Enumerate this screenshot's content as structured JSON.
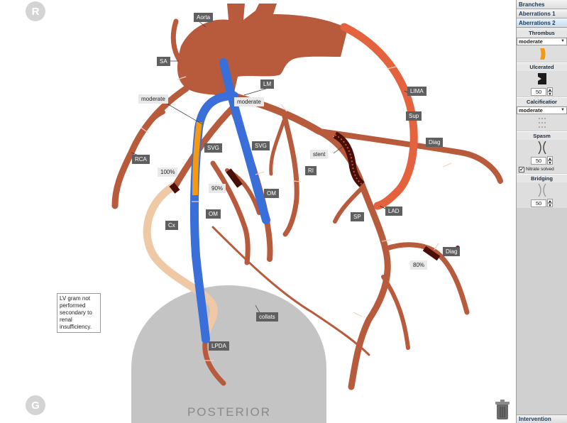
{
  "canvas": {
    "buttons": {
      "rotate": "R",
      "grid": "G"
    },
    "labels": {
      "aorta": "Aorta",
      "sa": "SA",
      "lm": "LM",
      "lima": "LIMA",
      "moderate1": "moderate",
      "moderate2": "moderate",
      "sup": "Sup",
      "diag1": "Diag",
      "svg1": "SVG",
      "svg2": "SVG",
      "rca": "RCA",
      "stent": "stent",
      "ri": "RI",
      "pct100": "100%",
      "pct90": "90%",
      "om1": "OM",
      "om2": "OM",
      "lad": "LAD",
      "sp": "SP",
      "cx": "Cx",
      "diag2": "Diag",
      "pct80": "80%",
      "collats": "collats",
      "lpda": "LPDA"
    },
    "note": "LV gram not performed secondary to renal insufficiency.",
    "heart_view": "POSTERIOR",
    "trash_icon": "trash-icon"
  },
  "panel": {
    "headers": [
      "Branches",
      "Aberrations 1",
      "Aberrations 2"
    ],
    "active_header": "Aberrations 2",
    "thrombus": {
      "title": "Thrombus",
      "value": "moderate"
    },
    "ulcerated": {
      "title": "Ulcerated",
      "value": "50"
    },
    "calcification": {
      "title": "Calcificatior",
      "value": "moderate"
    },
    "spasm": {
      "title": "Spasm",
      "value": "50",
      "checkbox_label": "Nitrate solved",
      "checked": true
    },
    "bridging": {
      "title": "Bridging",
      "value": "50"
    },
    "footer": "Intervention"
  },
  "colors": {
    "native_vessel": "#b85a3c",
    "graft_svg": "#3a6ed8",
    "lima": "#e4623e",
    "thrombus": "#f49a12",
    "occluded": "#efc8a6",
    "stenosis": "#4a0e08",
    "heart": "#c4c4c4"
  }
}
